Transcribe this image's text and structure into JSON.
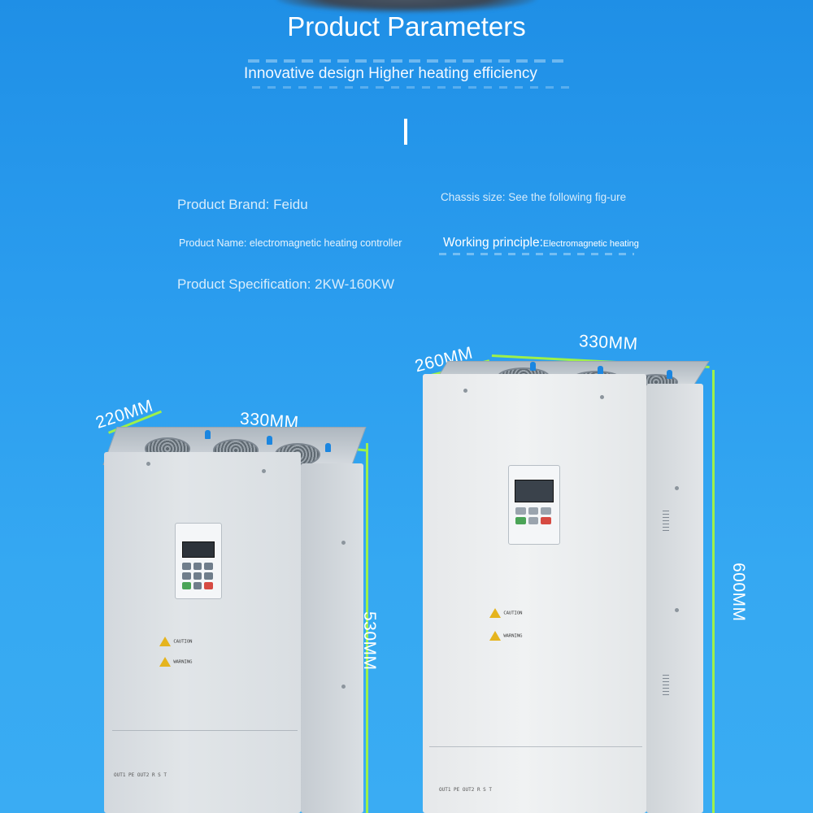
{
  "header": {
    "title": "Product Parameters",
    "subtitle": "Innovative design  Higher heating efficiency"
  },
  "params": {
    "brand": "Product Brand: Feidu",
    "chassis": "Chassis size: See the following fig-ure",
    "name": "Product Name: electromagnetic heating controller",
    "principle_label": "Working principle:",
    "principle_value": "Electromagnetic heating",
    "spec": "Product Specification: 2KW-160KW"
  },
  "cabinet_small": {
    "depth": "220MM",
    "width": "330MM",
    "height": "530MM",
    "caution": "CAUTION",
    "warning": "WARNING",
    "terminals": "OUT1     PE      OUT2          R    S    T"
  },
  "cabinet_large": {
    "depth": "260MM",
    "width": "330MM",
    "height": "600MM",
    "caution": "CAUTION",
    "warning": "WARNING",
    "terminals": "OUT1     PE      OUT2          R    S    T"
  },
  "colors": {
    "background": "#2a9cee",
    "dimension_bar": "#9ef04a",
    "cabinet_body": "#e3e6e9"
  }
}
